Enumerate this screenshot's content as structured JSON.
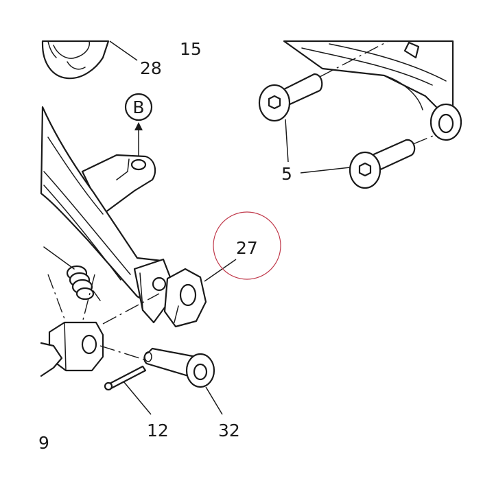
{
  "callouts": {
    "c28": "28",
    "c15": "15",
    "cB": "B",
    "c5": "5",
    "c27": "27",
    "c12": "12",
    "c32": "32",
    "c9": "9"
  },
  "colors": {
    "line": "#1a1a1a",
    "highlight_circle": "#c0394b",
    "background": "#ffffff"
  }
}
